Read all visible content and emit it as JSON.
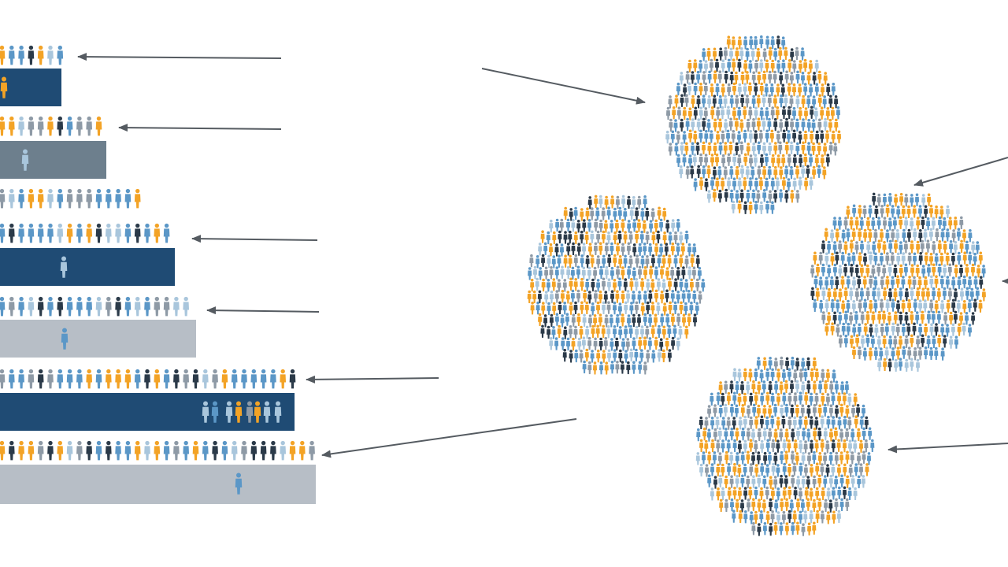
{
  "palette": {
    "navy": "#1f4b74",
    "slate": "#6d7f8d",
    "silver": "#b7bec6",
    "orange": "#f3a326",
    "dark": "#2b3a49",
    "blue": "#5b97c7",
    "lightblue": "#a9c6dc",
    "gray": "#8e9aa6",
    "arrow": "#555b61",
    "background": "#ffffff"
  },
  "left_section": {
    "layers": [
      {
        "band_color": "navy"
      },
      {
        "band_color": "slate"
      },
      {
        "band_color": "none"
      },
      {
        "band_color": "navy"
      },
      {
        "band_color": "silver"
      },
      {
        "band_color": "navy"
      },
      {
        "band_color": "silver"
      }
    ]
  },
  "right_section": {
    "clusters": 4
  },
  "icons": {
    "person": "person-icon",
    "arrow": "arrow-icon"
  }
}
